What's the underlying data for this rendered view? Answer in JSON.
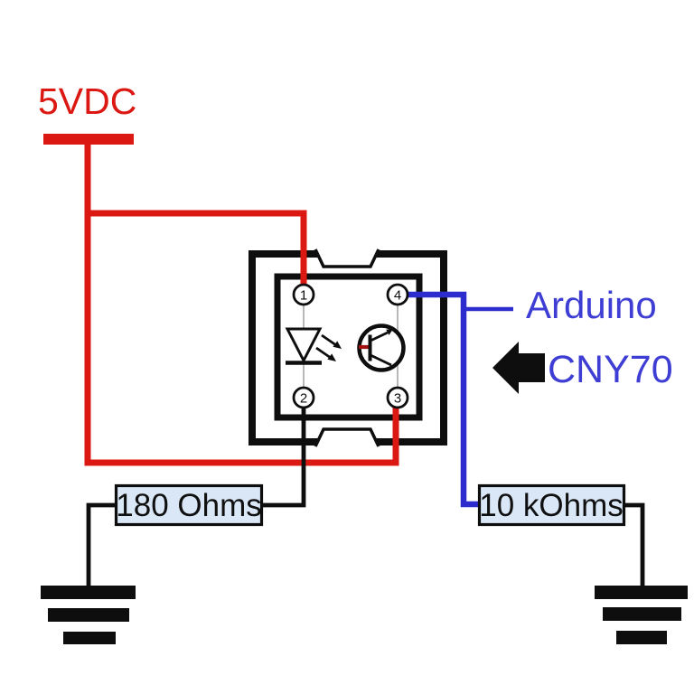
{
  "diagram": {
    "power_label": "5VDC",
    "arduino_label": "Arduino",
    "component_label": "CNY70",
    "resistors": {
      "left_value": "180 Ohms",
      "right_value": "10 kOhms"
    },
    "pins": {
      "p1": "1",
      "p2": "2",
      "p3": "3",
      "p4": "4"
    }
  },
  "colors": {
    "red": "#dc1813",
    "blue_wire": "#2d2dce",
    "blue_text": "#3e3ed4",
    "dark_red": "#a31212",
    "resistor_fill": "#d9e7f6",
    "black": "#0e0e0e"
  }
}
